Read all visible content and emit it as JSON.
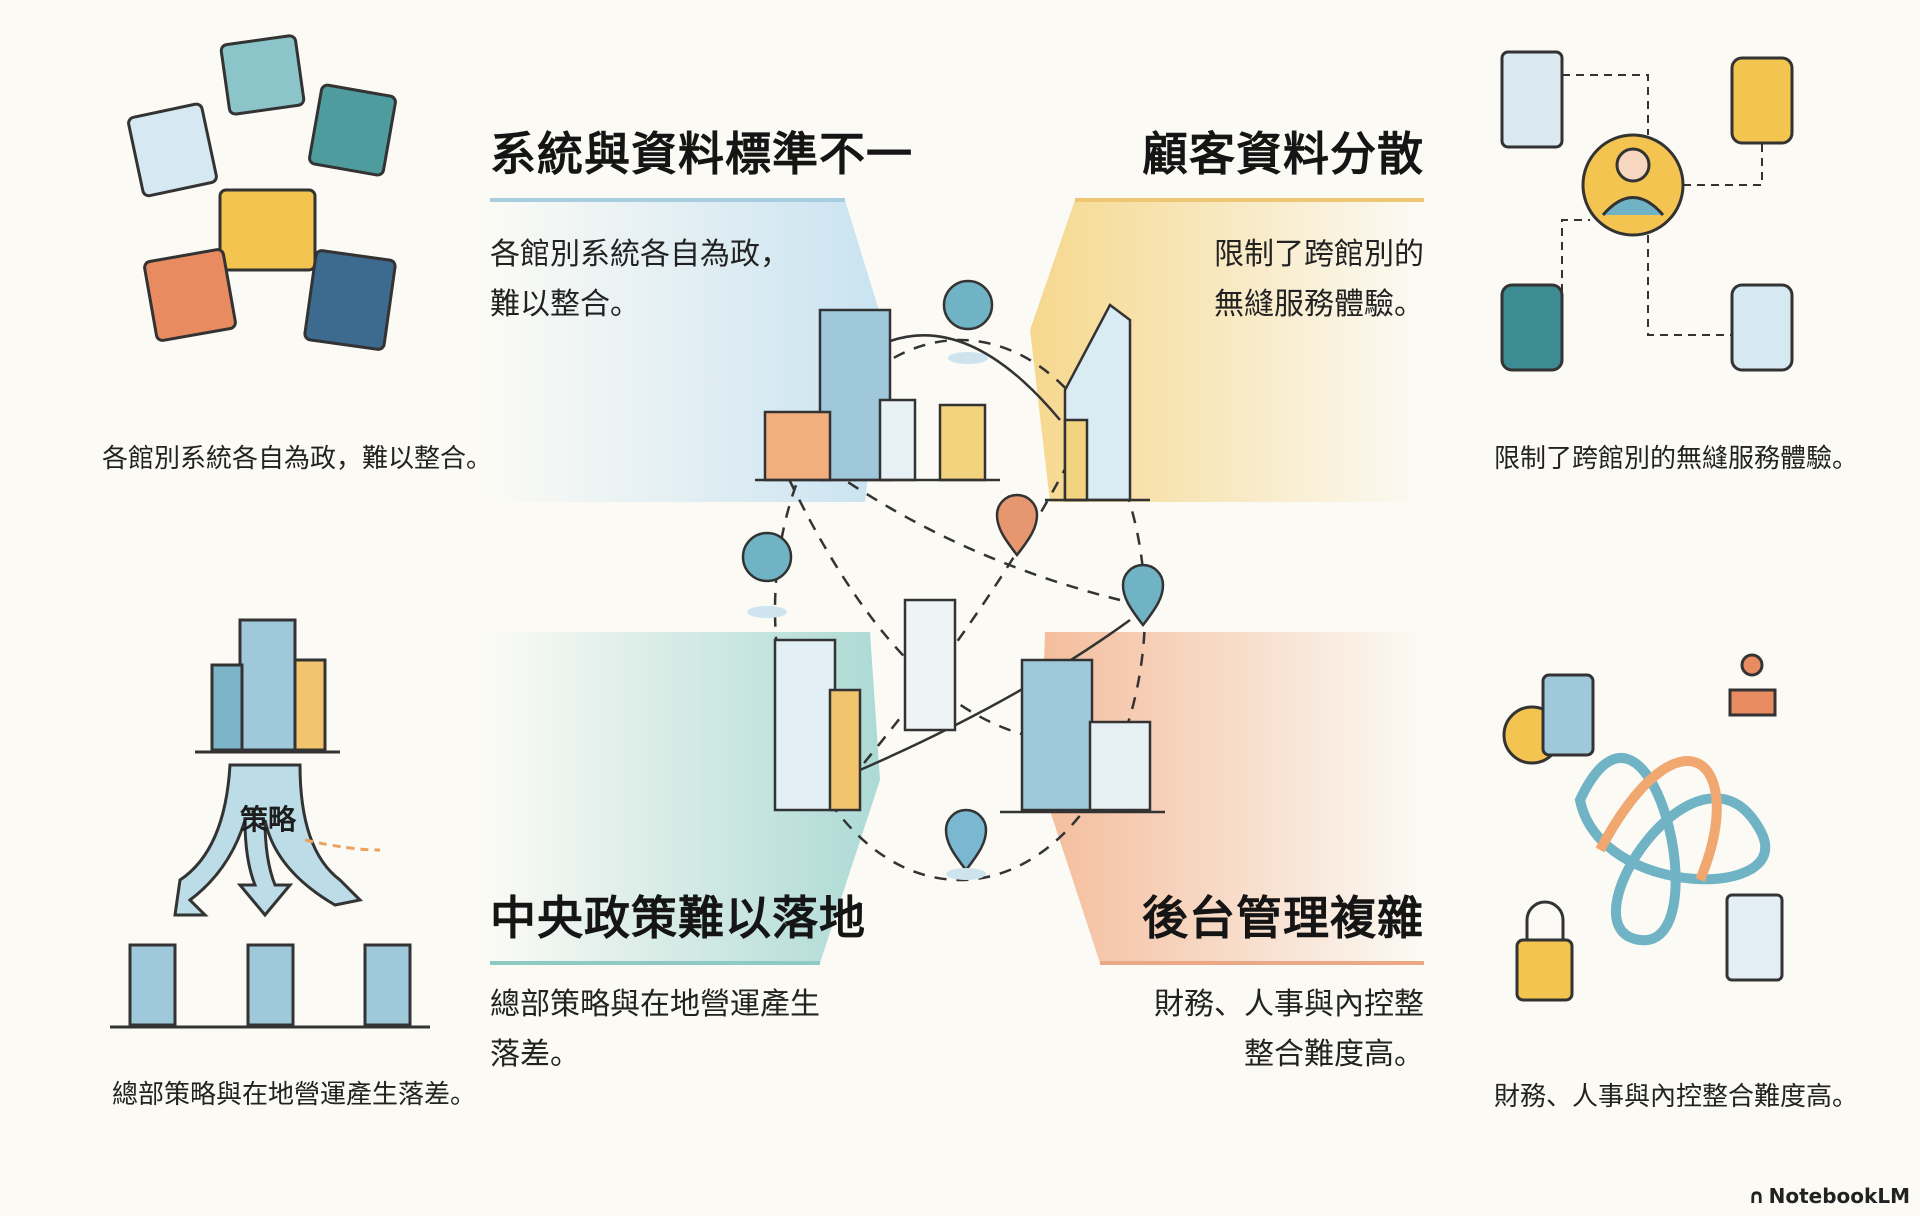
{
  "quadrants": [
    {
      "title": "系統與資料標準不一",
      "desc_lines": [
        "各館別系統各自為政，",
        "難以整合。"
      ],
      "caption": "各館別系統各自為政，難以整合。",
      "color": "#cfe6f2"
    },
    {
      "title": "顧客資料分散",
      "desc_lines": [
        "限制了跨館別的",
        "無縫服務體驗。"
      ],
      "caption": "限制了跨館別的無縫服務體驗。",
      "color": "#f7dc9a"
    },
    {
      "title": "中央政策難以落地",
      "desc_lines": [
        "總部策略與在地營運產生",
        "落差。"
      ],
      "caption": "總部策略與在地營運產生落差。",
      "color": "#b9e0dc"
    },
    {
      "title": "後台管理複雜",
      "desc_lines": [
        "財務、人事與內控整",
        "整合難度高。"
      ],
      "caption": "財務、人事與內控整合難度高。",
      "color": "#f6c9ad"
    }
  ],
  "strategy_label": "策略",
  "watermark": "NotebookLM",
  "icons": [
    "puzzle-icon",
    "database-icon",
    "person-icon",
    "building-icon",
    "globe-icon",
    "map-pin-icon",
    "lock-icon",
    "calculator-icon",
    "clipboard-icon",
    "org-chart-icon"
  ]
}
